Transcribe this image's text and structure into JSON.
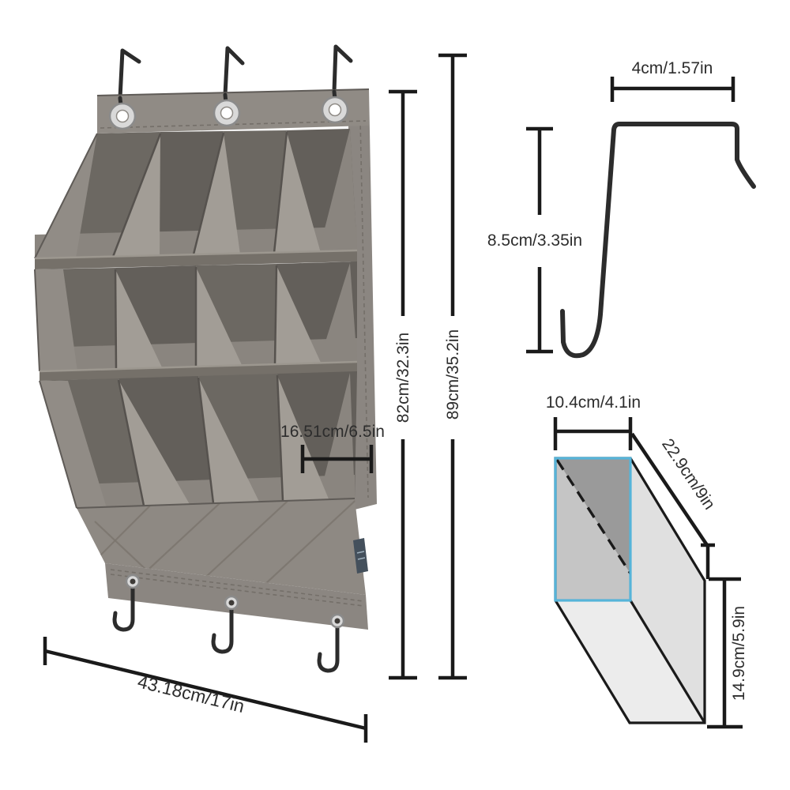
{
  "labels": {
    "dim_pocket_width": "16.51cm/6.5in",
    "dim_inner_height": "82cm/32.3in",
    "dim_total_height": "89cm/35.2in",
    "dim_total_width": "43.18cm/17in",
    "hook_width": "4cm/1.57in",
    "hook_drop": "8.5cm/3.35in",
    "pocket_open_width": "10.4cm/4.1in",
    "pocket_depth": "22.9cm/9in",
    "pocket_height": "14.9cm/5.9in"
  },
  "product": {
    "rows": 3,
    "pockets_per_row": 4,
    "top_hooks": 3,
    "bottom_hooks": 3,
    "top_grommets": 3,
    "bottom_grommets": 3
  },
  "colors": {
    "bg": "#ffffff",
    "fabric": "#8b8681",
    "fabric_wall": "#918c86",
    "fabric_front": "#8a857f",
    "fabric_light": "#a29d96",
    "header": "#908b85",
    "flap": "#8e8983",
    "interior": "#6c6862",
    "interior_deep": "#635f5a",
    "rail": "#757069",
    "fold": "#56524e",
    "edge": "#5f5b57",
    "hilite": "#9c978f",
    "stitch": "#746f69",
    "quilt": "#7b766f",
    "metal": "#2c2c2c",
    "grommet": "#d9d9d9",
    "grommet_rim": "#8b8b8b",
    "tag": "#44505c",
    "dim": "#1a1a1a",
    "text": "#2d2d2d",
    "blue": "#56b4d9",
    "box_face": "#c5c5c5",
    "box_face_dark": "#9a9a9a",
    "box_side": "#e0e0e0",
    "box_bottom": "#ececec"
  }
}
